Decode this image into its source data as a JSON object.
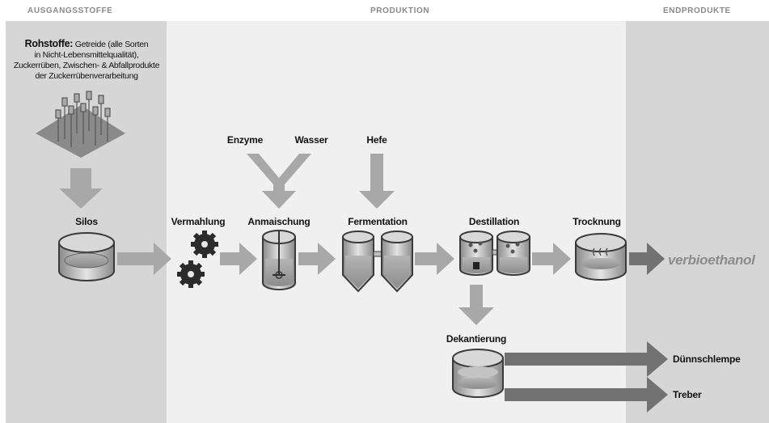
{
  "columns": {
    "inputs": "AUSGANGSSTOFFE",
    "production": "PRODUKTION",
    "outputs": "ENDPRODUKTE"
  },
  "raw_materials": {
    "title": "Rohstoffe:",
    "line1": "Getreide (alle Sorten",
    "line2": "in Nicht-Lebensmittelqualität),",
    "line3": "Zuckerrüben, Zwischen- & Abfallprodukte",
    "line4": "der Zuckerrübenverarbeitung"
  },
  "inputs": {
    "enzymes": "Enzyme",
    "water": "Wasser",
    "yeast": "Hefe"
  },
  "steps": {
    "silos": "Silos",
    "milling": "Vermahlung",
    "mashing": "Anmaischung",
    "fermentation": "Fermentation",
    "distillation": "Destillation",
    "drying": "Trocknung",
    "decanting": "Dekantierung"
  },
  "products": {
    "brand": "verbioethanol",
    "thin_stillage": "Dünnschlempe",
    "spent_grains": "Treber"
  },
  "colors": {
    "arrow_light": "#a8a8a8",
    "arrow_dark": "#727272",
    "tank_body": "#dedede",
    "tank_outline": "#3a3a3a",
    "liquid": "#9c9c9c",
    "gear": "#2b2b2b"
  }
}
